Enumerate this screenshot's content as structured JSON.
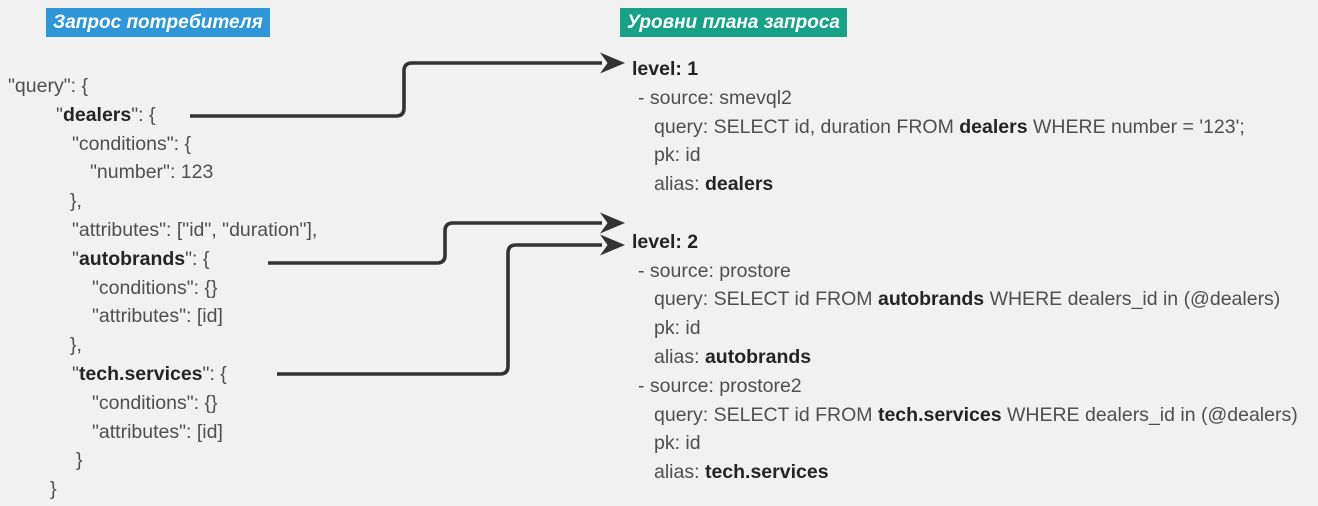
{
  "background": "#f1f1f1",
  "text_colors": {
    "regular": "#4f4f4f",
    "bold": "#242424"
  },
  "left": {
    "title": {
      "label": "Запрос потребителя",
      "bg": "#2f96d8",
      "fg": "#ffffff"
    },
    "lines": [
      {
        "indent": 8,
        "pre": "\"query\": {"
      },
      {
        "indent": 56,
        "pre": "\"",
        "bold": "dealers",
        "post": "\": {"
      },
      {
        "indent": 72,
        "pre": "\"conditions\": {"
      },
      {
        "indent": 90,
        "pre": "\"number\": 123"
      },
      {
        "indent": 70,
        "pre": "},"
      },
      {
        "indent": 72,
        "pre": "\"attributes\": [\"id\", \"duration\"],"
      },
      {
        "indent": 72,
        "pre": "\"",
        "bold": "autobrands",
        "post": "\": {"
      },
      {
        "indent": 92,
        "pre": "\"conditions\": {}"
      },
      {
        "indent": 92,
        "pre": "\"attributes\": [id]"
      },
      {
        "indent": 70,
        "pre": "},"
      },
      {
        "indent": 72,
        "pre": "\"",
        "bold": "tech.services",
        "post": "\": {"
      },
      {
        "indent": 92,
        "pre": "\"conditions\": {}"
      },
      {
        "indent": 92,
        "pre": "\"attributes\": [id]"
      },
      {
        "indent": 76,
        "pre": "}"
      },
      {
        "indent": 50,
        "pre": "}"
      }
    ]
  },
  "right": {
    "title": {
      "label": "Уровни плана запроса",
      "bg": "#17a287",
      "fg": "#ffffff"
    },
    "lines": [
      {
        "indent": 0,
        "bold": "level: 1",
        "header": true
      },
      {
        "indent": 6,
        "pre": "- source: smevql2"
      },
      {
        "indent": 22,
        "pre": "query: SELECT id, duration FROM ",
        "bold": "dealers",
        "post": " WHERE number = '123';"
      },
      {
        "indent": 22,
        "pre": "pk: id"
      },
      {
        "indent": 22,
        "pre": "alias: ",
        "bold": "dealers"
      },
      {
        "blank": true
      },
      {
        "indent": 0,
        "bold": "level: 2",
        "header": true
      },
      {
        "indent": 6,
        "pre": "- source: prostore"
      },
      {
        "indent": 22,
        "pre": "query: SELECT id FROM ",
        "bold": "autobrands",
        "post": " WHERE dealers_id in (@dealers)"
      },
      {
        "indent": 22,
        "pre": "pk: id"
      },
      {
        "indent": 22,
        "pre": "alias: ",
        "bold": "autobrands"
      },
      {
        "indent": 6,
        "pre": "- source: prostore2"
      },
      {
        "indent": 22,
        "pre": "query: SELECT id FROM ",
        "bold": "tech.services",
        "post": " WHERE dealers_id in (@dealers)"
      },
      {
        "indent": 22,
        "pre": "pk: id"
      },
      {
        "indent": 22,
        "pre": "alias: ",
        "bold": "tech.services"
      }
    ]
  },
  "arrows": [
    {
      "from": "dealers",
      "to": "level: 1",
      "color": "#333333"
    },
    {
      "from": "autobrands",
      "to": "level: 2",
      "color": "#333333"
    },
    {
      "from": "tech.services",
      "to": "level: 2",
      "color": "#333333"
    }
  ]
}
